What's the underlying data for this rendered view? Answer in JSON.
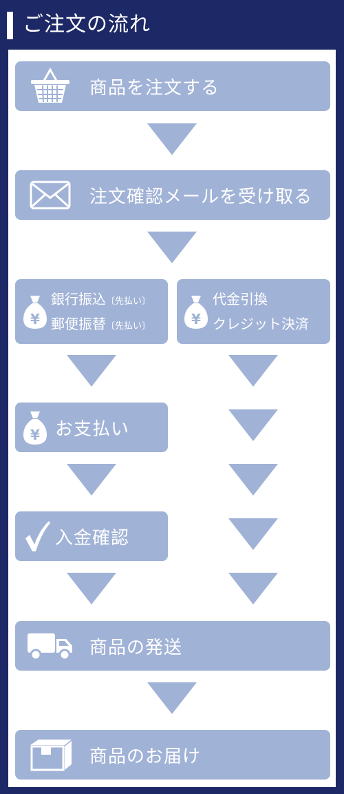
{
  "header": {
    "title": "ご注文の流れ"
  },
  "steps": {
    "order": "商品を注文する",
    "mail": "注文確認メールを受け取る",
    "bank_line1": "銀行振込",
    "bank_line1_note": "〔先払い〕",
    "bank_line2": "郵便振替",
    "bank_line2_note": "〔先払い〕",
    "cod_line1": "代金引換",
    "cod_line2": "クレジット決済",
    "pay": "お支払い",
    "confirm": "入金確認",
    "ship": "商品の発送",
    "deliver": "商品のお届け"
  },
  "icons": {
    "order": "basket-icon",
    "mail": "envelope-icon",
    "bank": "money-bag-icon",
    "cod": "money-bag-icon",
    "pay": "money-bag-icon",
    "confirm": "checkmark-icon",
    "ship": "truck-icon",
    "deliver": "box-icon"
  },
  "colors": {
    "navy": "#1d2866",
    "step": "#a0b2d6"
  }
}
